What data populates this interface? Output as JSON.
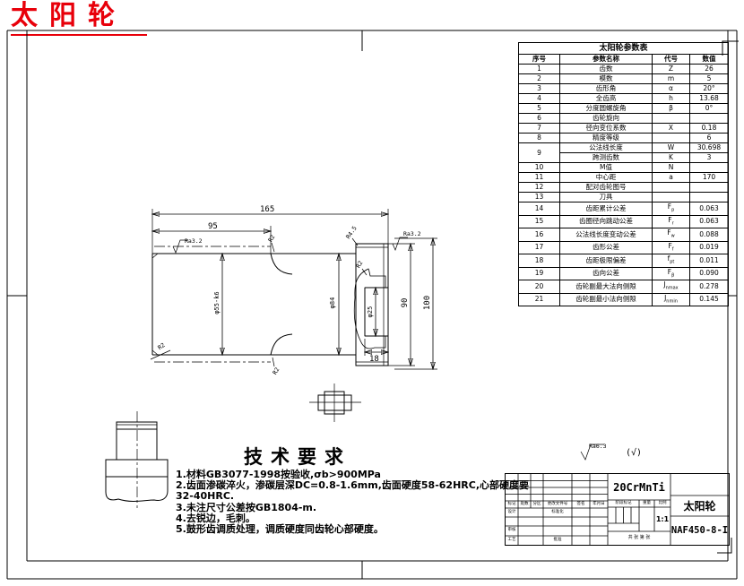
{
  "page": {
    "red_title": "太阳轮"
  },
  "param_table": {
    "title": "太阳轮参数表",
    "headers": [
      "序号",
      "参数名称",
      "代号",
      "数值"
    ],
    "rows": [
      {
        "no": "1",
        "name": "齿数",
        "code": "Z",
        "value": "26"
      },
      {
        "no": "2",
        "name": "模数",
        "code": "m",
        "value": "5"
      },
      {
        "no": "3",
        "name": "齿形角",
        "code": "α",
        "value": "20°"
      },
      {
        "no": "4",
        "name": "全齿高",
        "code": "h",
        "value": "13.68"
      },
      {
        "no": "5",
        "name": "分度圆螺旋角",
        "code": "β",
        "value": "0°"
      },
      {
        "no": "6",
        "name": "齿轮旋向",
        "code": "",
        "value": ""
      },
      {
        "no": "7",
        "name": "径向变位系数",
        "code": "X",
        "value": "0.18"
      },
      {
        "no": "8",
        "name": "精度等级",
        "code": "",
        "value": "6"
      },
      {
        "no": "9",
        "name": "公法线长度",
        "code": "W",
        "value": "30.698",
        "sub": {
          "name": "跨测齿数",
          "code": "K",
          "value": "3"
        }
      },
      {
        "no": "10",
        "name": "M值",
        "code": "N",
        "value": ""
      },
      {
        "no": "11",
        "name": "中心距",
        "code": "a",
        "value": "170"
      },
      {
        "no": "12",
        "name": "配对齿轮图号",
        "code": "",
        "value": ""
      },
      {
        "no": "13",
        "name": "刀具",
        "code": "",
        "value": ""
      },
      {
        "no": "14",
        "name": "齿距累计公差",
        "code": "F_p",
        "value": "0.063"
      },
      {
        "no": "15",
        "name": "齿圈径向跳动公差",
        "code": "F_r",
        "value": "0.063"
      },
      {
        "no": "16",
        "name": "公法线长度变动公差",
        "code": "F_w",
        "value": "0.088"
      },
      {
        "no": "17",
        "name": "齿形公差",
        "code": "F_f",
        "value": "0.019"
      },
      {
        "no": "18",
        "name": "齿距极限偏差",
        "code": "f_pt",
        "value": "0.011"
      },
      {
        "no": "19",
        "name": "齿向公差",
        "code": "F_β",
        "value": "0.090"
      },
      {
        "no": "20",
        "name": "齿轮副最大法向侧隙",
        "code": "J_nmax",
        "value": "0.278"
      },
      {
        "no": "21",
        "name": "齿轮副最小法向侧隙",
        "code": "J_nmin",
        "value": "0.145"
      }
    ]
  },
  "drawing": {
    "d165": "165",
    "d95": "95",
    "shaft_dia": "φ55-k6",
    "d84": "φ84",
    "d90": "90",
    "d100": "100",
    "d18": "18",
    "bore": "φ25",
    "r2": "R2",
    "r45": "R4.5",
    "ra32": "Ra3.2"
  },
  "rough_note": {
    "ra": "Ra6.3",
    "rest": "(√)"
  },
  "tech": {
    "heading": "技术要求",
    "lines": [
      "1.材料GB3077-1998按验收,σb>900MPa",
      "2.齿面渗碳淬火，渗碳层深DC=0.8-1.6mm,齿面硬度58-62HRC,心部硬度要",
      "32-40HRC.",
      "3.未注尺寸公差按GB1804-m.",
      "4.去锐边，毛刺。",
      "5.鼓形齿调质处理，调质硬度同齿轮心部硬度。"
    ]
  },
  "title_block": {
    "material": "20CrMnTi",
    "part_name": "太阳轮",
    "drawing_no": "NAF450-8-I",
    "scale": "1:1",
    "labels": {
      "mark": "标记",
      "count": "处数",
      "zone": "分区",
      "change_doc": "更改文件号",
      "sign": "签名",
      "date": "年月日",
      "design": "设计",
      "standardize": "标准化",
      "check": "审核",
      "process": "工艺",
      "approve": "批准",
      "stage": "阶段标记",
      "weight": "重量",
      "ratio": "比例",
      "sheets": "共 张 第 张"
    }
  }
}
